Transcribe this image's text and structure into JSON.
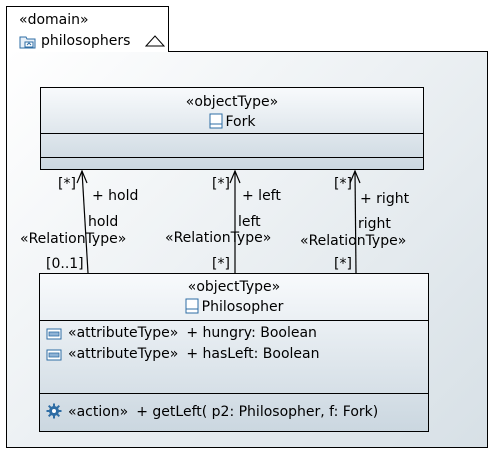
{
  "package": {
    "stereotype": "«domain»",
    "name": "philosophers",
    "icons": {
      "package": "package-icon",
      "collapse": "collapse-triangle-icon"
    }
  },
  "fork": {
    "stereotype": "«objectType»",
    "name": "Fork",
    "icon": "class-icon"
  },
  "philosopher": {
    "stereotype": "«objectType»",
    "name": "Philosopher",
    "icon": "class-icon",
    "attributes": [
      {
        "stereotype": "«attributeType»",
        "signature": "+ hungry: Boolean",
        "icon": "attribute-icon"
      },
      {
        "stereotype": "«attributeType»",
        "signature": "+ hasLeft: Boolean",
        "icon": "attribute-icon"
      }
    ],
    "actions": [
      {
        "stereotype": "«action»",
        "signature": "+ getLeft(  p2: Philosopher,   f: Fork)",
        "icon": "gear-icon"
      }
    ]
  },
  "relations": [
    {
      "target_multiplicity": "[*]",
      "role": "+ hold",
      "name": "hold",
      "stereotype": "«RelationType»",
      "source_multiplicity": "[0..1]"
    },
    {
      "target_multiplicity": "[*]",
      "role": "+ left",
      "name": "left",
      "stereotype": "«RelationType»",
      "source_multiplicity": "[*]"
    },
    {
      "target_multiplicity": "[*]",
      "role": "+ right",
      "name": "right",
      "stereotype": "«RelationType»",
      "source_multiplicity": "[*]"
    }
  ],
  "colors": {
    "box_top": "#f8fafc",
    "box_bottom": "#cbd7e0",
    "package_fill": "#d7e0e6",
    "icon_blue": "#2e6da4",
    "line": "#000000"
  }
}
